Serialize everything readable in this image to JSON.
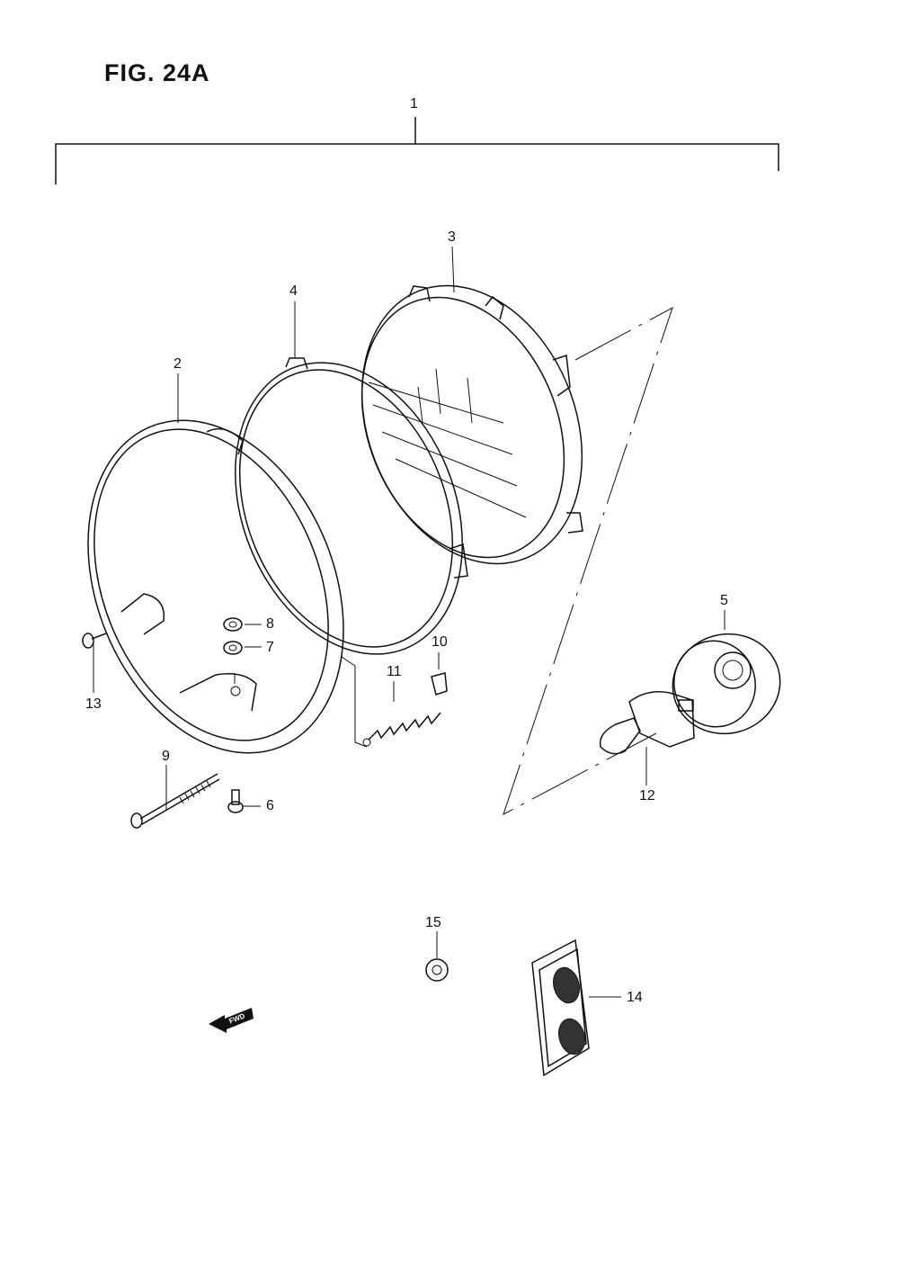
{
  "figure": {
    "title": "FIG. 24A"
  },
  "callouts": {
    "c1": "1",
    "c2": "2",
    "c3": "3",
    "c4": "4",
    "c5": "5",
    "c6": "6",
    "c7": "7",
    "c8": "8",
    "c9": "9",
    "c10": "10",
    "c11": "11",
    "c12": "12",
    "c13": "13",
    "c14": "14",
    "c15": "15"
  },
  "fwd_marker": {
    "text": "FWD"
  }
}
